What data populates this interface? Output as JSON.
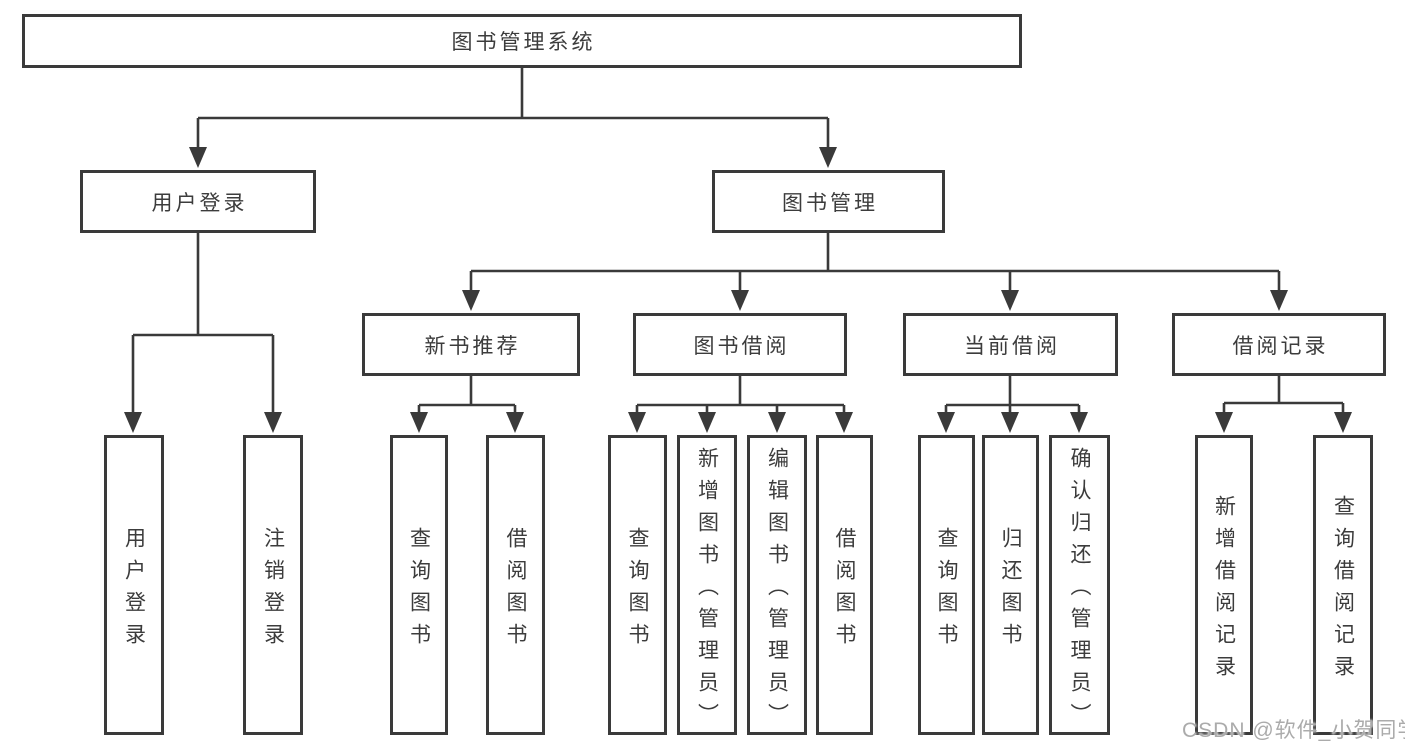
{
  "colors": {
    "line": "#3a3a3a",
    "text": "#3c3c3c",
    "box_fill": "#ffffff",
    "watermark": "#ababab"
  },
  "diagram": {
    "root": {
      "label": "图书管理系统"
    },
    "level2": [
      {
        "label": "用户登录"
      },
      {
        "label": "图书管理"
      }
    ],
    "level3": [
      {
        "label": "新书推荐",
        "parent": "图书管理"
      },
      {
        "label": "图书借阅",
        "parent": "图书管理"
      },
      {
        "label": "当前借阅",
        "parent": "图书管理"
      },
      {
        "label": "借阅记录",
        "parent": "图书管理"
      }
    ],
    "leaves": [
      {
        "label": "用户登录",
        "parent": "用户登录"
      },
      {
        "label": "注销登录",
        "parent": "用户登录"
      },
      {
        "label": "查询图书",
        "parent": "新书推荐"
      },
      {
        "label": "借阅图书",
        "parent": "新书推荐"
      },
      {
        "label": "查询图书",
        "parent": "图书借阅"
      },
      {
        "label": "新增图书（管理员）",
        "parent": "图书借阅"
      },
      {
        "label": "编辑图书（管理员）",
        "parent": "图书借阅"
      },
      {
        "label": "借阅图书",
        "parent": "图书借阅"
      },
      {
        "label": "查询图书",
        "parent": "当前借阅"
      },
      {
        "label": "归还图书",
        "parent": "当前借阅"
      },
      {
        "label": "确认归还（管理员）",
        "parent": "当前借阅"
      },
      {
        "label": "新增借阅记录",
        "parent": "借阅记录"
      },
      {
        "label": "查询借阅记录",
        "parent": "借阅记录"
      }
    ]
  },
  "watermark": {
    "text": "CSDN @软件_小贺同学"
  }
}
